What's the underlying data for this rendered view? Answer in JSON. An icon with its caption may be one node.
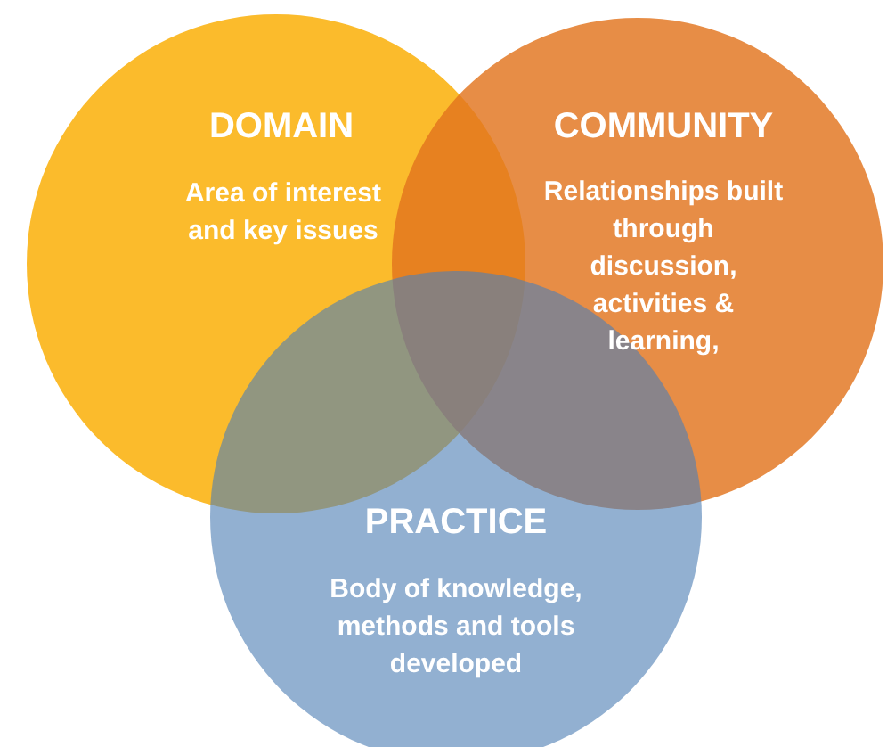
{
  "diagram": {
    "nodes": [
      {
        "text": [
          "DOMAIN",
          "Area of interest and key issues"
        ]
      },
      {
        "text": [
          "COMMUNITY",
          "Relationships built through discussion, activities & learning,"
        ]
      },
      {
        "text": [
          "PRACTICE",
          "Body of knowledge, methods and tools developed"
        ]
      }
    ]
  }
}
